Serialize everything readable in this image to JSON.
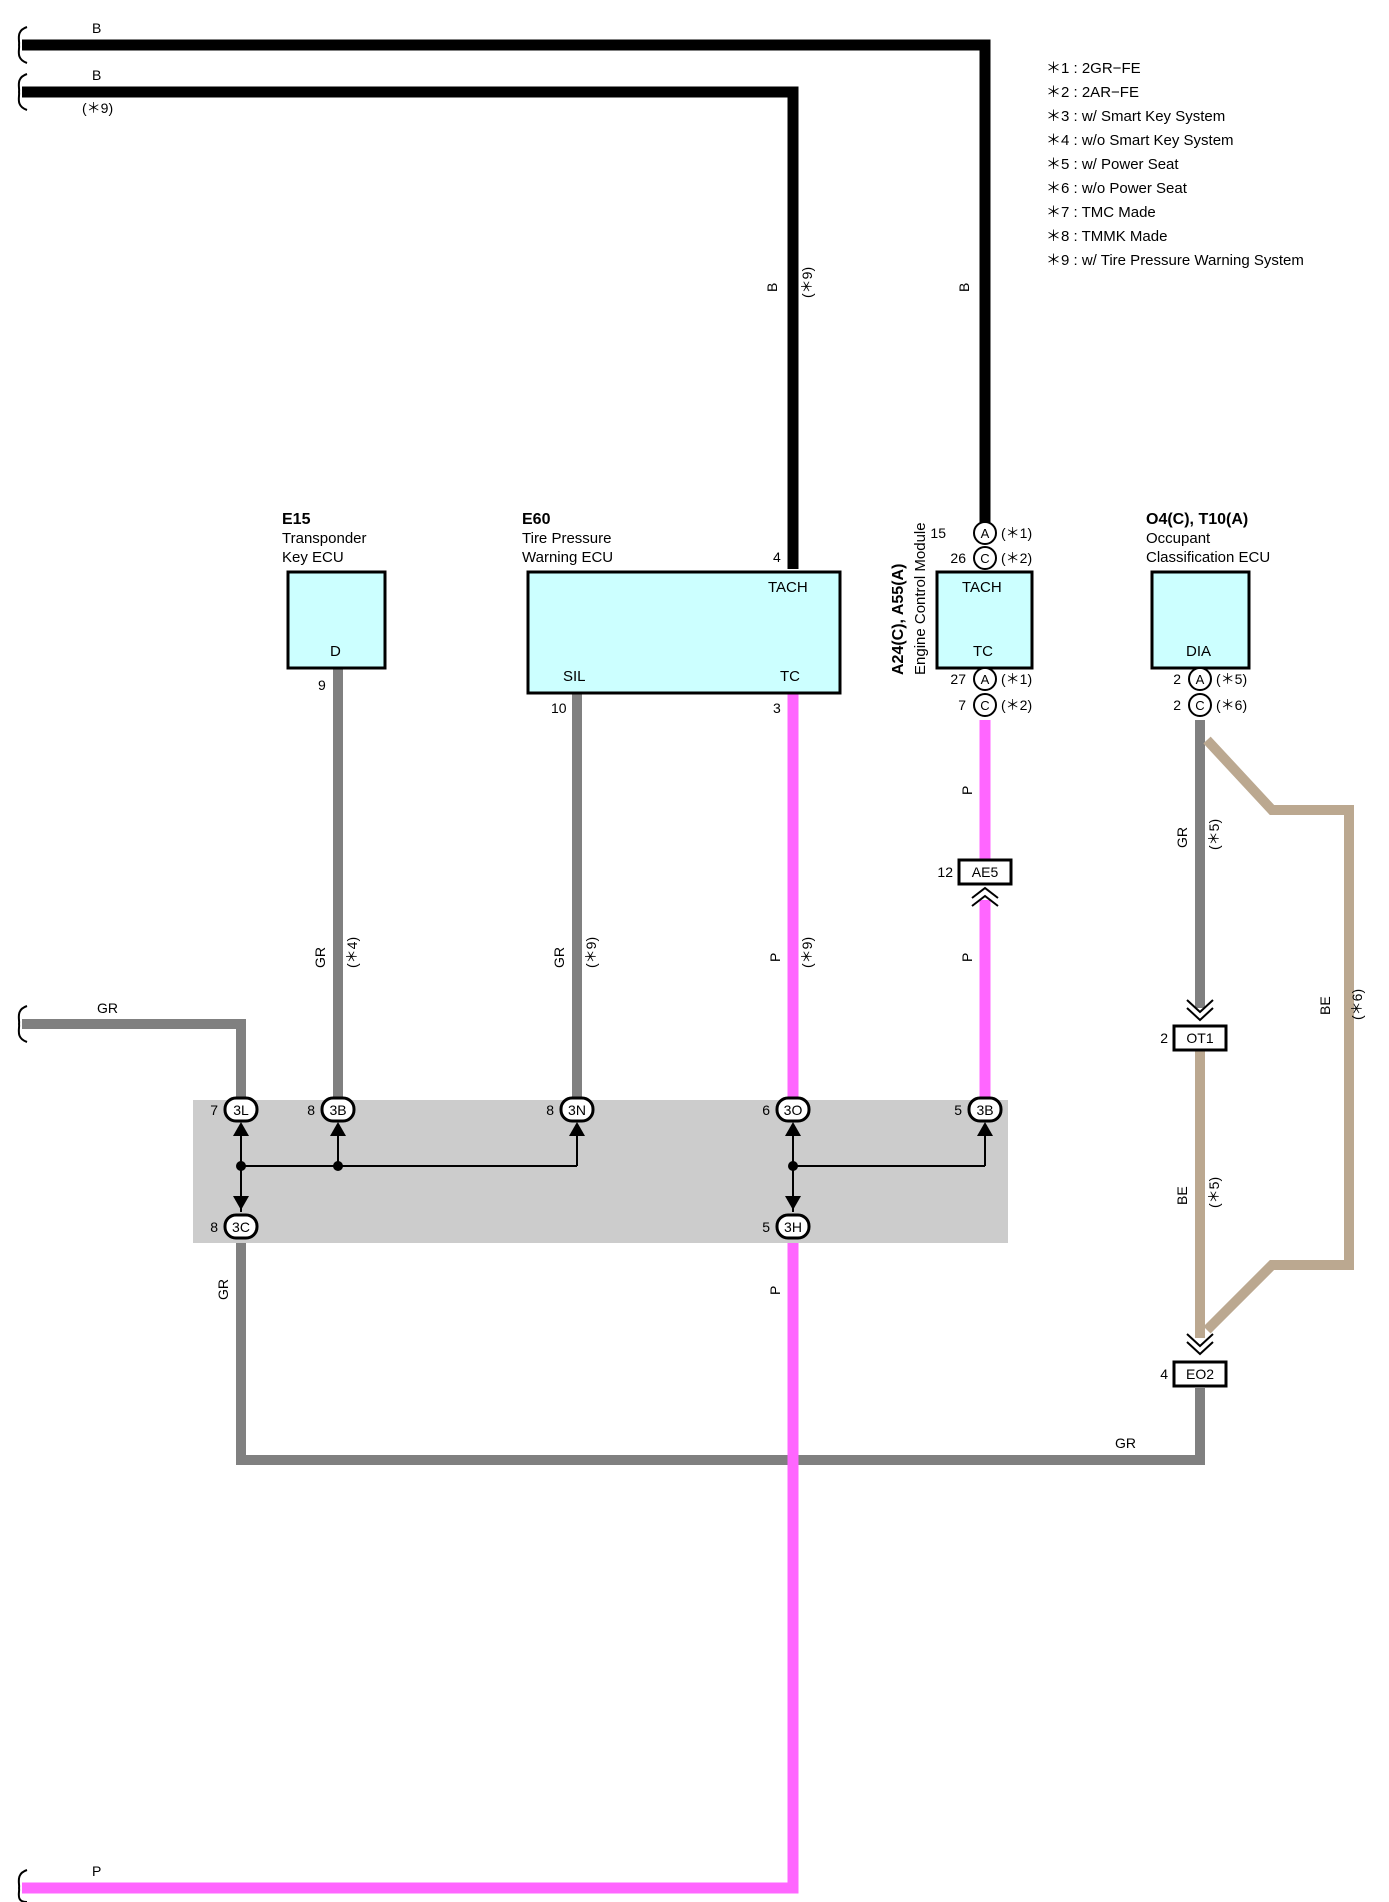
{
  "notes": [
    "＊1 : 2GR−FE",
    "＊2 : 2AR−FE",
    "＊3 : w/ Smart Key System",
    "＊4 : w/o Smart Key System",
    "＊5 : w/ Power Seat",
    "＊6 : w/o Power Seat",
    "＊7 : TMC Made",
    "＊8 : TMMK Made",
    "＊9 : w/ Tire Pressure Warning System"
  ],
  "components": {
    "e15": {
      "code": "E15",
      "name1": "Transponder",
      "name2": "Key ECU",
      "terminal": "D",
      "pin": "9"
    },
    "e60": {
      "code": "E60",
      "name1": "Tire Pressure",
      "name2": "Warning ECU",
      "t_tach": "TACH",
      "t_sil": "SIL",
      "t_tc": "TC",
      "pin_tach": "4",
      "pin_sil": "10",
      "pin_tc": "3"
    },
    "ecm": {
      "code": "A24(C), A55(A)",
      "name": "Engine Control Module",
      "t_tach": "TACH",
      "t_tc": "TC",
      "pins": [
        {
          "num": "15",
          "conn": "A",
          "note": "(＊1)"
        },
        {
          "num": "26",
          "conn": "C",
          "note": "(＊2)"
        },
        {
          "num": "27",
          "conn": "A",
          "note": "(＊1)"
        },
        {
          "num": "7",
          "conn": "C",
          "note": "(＊2)"
        }
      ]
    },
    "occ": {
      "code": "O4(C), T10(A)",
      "name1": "Occupant",
      "name2": "Classification ECU",
      "terminal": "DIA",
      "pins": [
        {
          "num": "2",
          "conn": "A",
          "note": "(＊5)"
        },
        {
          "num": "2",
          "conn": "C",
          "note": "(＊6)"
        }
      ]
    }
  },
  "connectors": {
    "ae5": {
      "label": "AE5",
      "pin": "12"
    },
    "ot1": {
      "label": "OT1",
      "pin": "2"
    },
    "eo2": {
      "label": "EO2",
      "pin": "4"
    }
  },
  "junction": [
    {
      "label": "3L",
      "pin": "7"
    },
    {
      "label": "3B",
      "pin": "8"
    },
    {
      "label": "3N",
      "pin": "8"
    },
    {
      "label": "3O",
      "pin": "6"
    },
    {
      "label": "3B",
      "pin": "5"
    },
    {
      "label": "3C",
      "pin": "8"
    },
    {
      "label": "3H",
      "pin": "5"
    }
  ],
  "wire_labels": {
    "b_top": "B",
    "b_second": "B",
    "b_second_note": "(＊9)",
    "b_e60_color": "B",
    "b_e60_note": "(＊9)",
    "b_ecm": "B",
    "gr_left": "GR",
    "gr_e15_color": "GR",
    "gr_e15_note": "(＊4)",
    "gr_sil_color": "GR",
    "gr_sil_note": "(＊9)",
    "p_tc_color": "P",
    "p_tc_note": "(＊9)",
    "p_ecm_upper": "P",
    "p_ecm_lower": "P",
    "gr_occ_color": "GR",
    "gr_occ_note": "(＊5)",
    "be_occ_color": "BE",
    "be_occ_note": "(＊5)",
    "be_loop_color": "BE",
    "be_loop_note": "(＊6)",
    "gr_3c": "GR",
    "p_3h": "P",
    "gr_bottom": "GR",
    "p_bottom": "P"
  },
  "colors": {
    "B": "#000000",
    "GR": "#808080",
    "P": "#ff66ff",
    "BE": "#bba890",
    "ecu_fill": "#ccffff",
    "junction_fill": "#cccccc"
  }
}
